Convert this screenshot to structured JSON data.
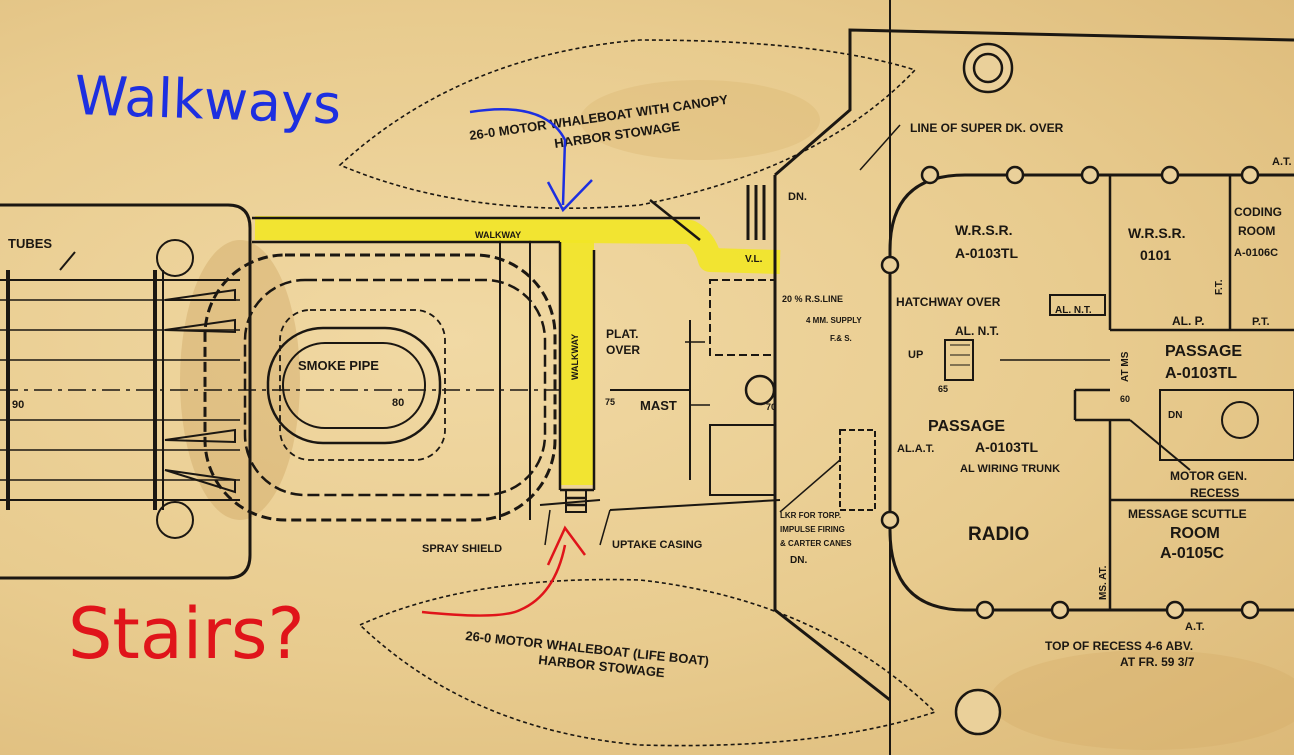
{
  "colors": {
    "paper": "#ebd19a",
    "ink": "#1b1712",
    "highlight": "#f2e626",
    "annotation_blue": "#1d2fe0",
    "annotation_red": "#e0141a"
  },
  "annotations": {
    "walkways": "Walkways",
    "stairs": "Stairs?"
  },
  "labels": {
    "tubes": "TUBES",
    "whaleboat_top_1": "26-0 MOTOR WHALEBOAT WITH CANOPY",
    "whaleboat_top_2": "HARBOR STOWAGE",
    "line_super_dk": "LINE OF SUPER DK. OVER",
    "walkway_h": "WALKWAY",
    "walkway_v": "WALKWAY",
    "vl": "V.L.",
    "dn_top": "DN.",
    "smoke_pipe": "SMOKE PIPE",
    "frame_90": "90",
    "frame_80": "80",
    "frame_75": "75",
    "frame_70": "70",
    "frame_65": "65",
    "frame_60": "60",
    "plat_over_1": "PLAT.",
    "plat_over_2": "OVER",
    "mast": "MAST",
    "rs_1": "20 % R.S.LINE",
    "rs_2": "4 MM. SUPPLY",
    "rs_3": "F.& S.",
    "hatchway_over": "HATCHWAY OVER",
    "al_nt_1": "AL. N.T.",
    "al_nt_2": "AL. N.T.",
    "up": "UP",
    "wrsr_1a": "W.R.S.R.",
    "wrsr_1b": "A-0103TL",
    "wrsr_2a": "W.R.S.R.",
    "wrsr_2b": "0101",
    "coding_1": "CODING",
    "coding_2": "ROOM",
    "coding_3": "A-0106C",
    "at_top": "A.T.",
    "ft": "F.T.",
    "al_p": "AL. P.",
    "pt": "P.T.",
    "passage_r1": "PASSAGE",
    "passage_r2": "A-0103TL",
    "passage_c1": "PASSAGE",
    "passage_c2": "A-0103TL",
    "al_at": "AL.A.T.",
    "al_wiring": "AL WIRING TRUNK",
    "at_ms": "AT MS",
    "dn_mid": "DN",
    "motor_gen_1": "MOTOR GEN.",
    "motor_gen_2": "RECESS",
    "radio": "RADIO",
    "msg_1": "MESSAGE SCUTTLE",
    "msg_2": "ROOM",
    "msg_3": "A-0105C",
    "ms_at": "MS. AT.",
    "lkr_1": "LKR FOR TORP.",
    "lkr_2": "IMPULSE FIRING",
    "lkr_3": "& CARTER CANES",
    "dn_low": "DN.",
    "spray_shield": "SPRAY SHIELD",
    "uptake_casing": "UPTAKE CASING",
    "at_bottom": "A.T.",
    "top_recess_1": "TOP OF RECESS 4-6 ABV.",
    "top_recess_2": "AT FR. 59 3/7",
    "whaleboat_bot_1": "26-0 MOTOR WHALEBOAT (LIFE BOAT)",
    "whaleboat_bot_2": "HARBOR STOWAGE"
  }
}
